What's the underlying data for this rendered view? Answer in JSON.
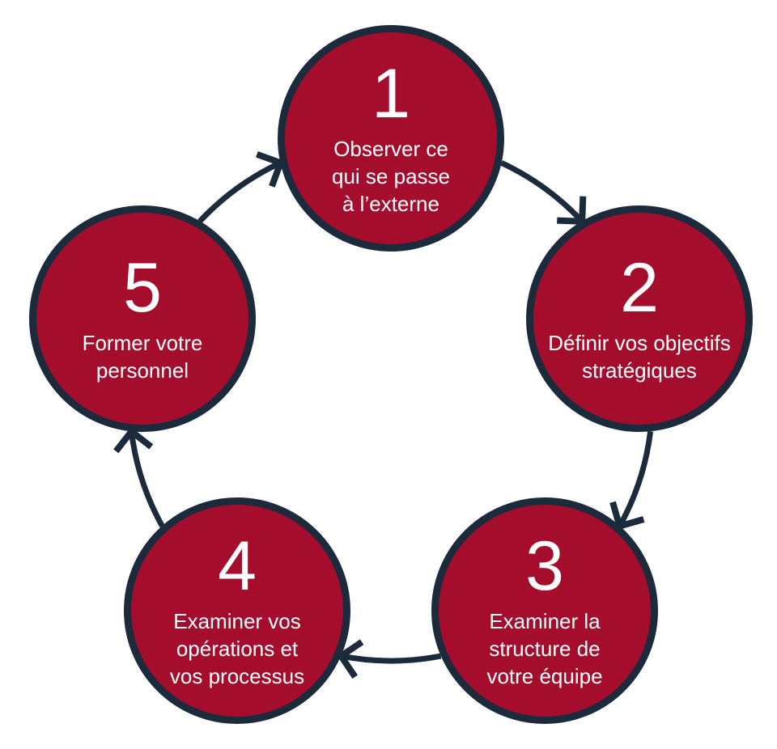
{
  "diagram": {
    "steps": [
      {
        "number": "1",
        "label": "Observer ce\nqui se passe\nà l’externe"
      },
      {
        "number": "2",
        "label": "Définir vos objectifs\nstratégiques"
      },
      {
        "number": "3",
        "label": "Examiner la\nstructure de\nvotre équipe"
      },
      {
        "number": "4",
        "label": "Examiner vos\nopérations et\nvos processus"
      },
      {
        "number": "5",
        "label": "Former votre\npersonnel"
      }
    ],
    "colors": {
      "circle_fill": "#A50D2C",
      "outline": "#1C2B3C",
      "text": "#FFFFFF",
      "background": "#FFFFFF"
    }
  }
}
